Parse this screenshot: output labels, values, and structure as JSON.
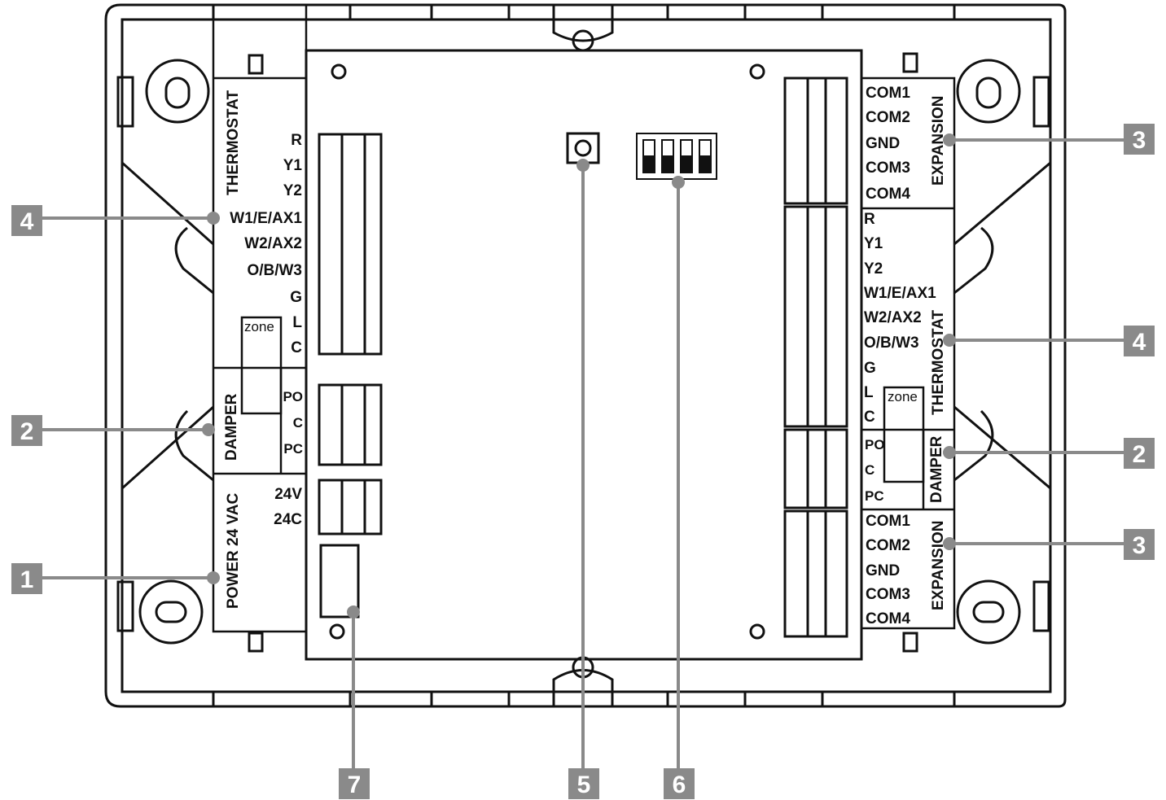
{
  "left": {
    "thermostat_title": "THERMOSTAT",
    "thermostat_terminals": [
      "R",
      "Y1",
      "Y2",
      "W1/E/AX1",
      "W2/AX2",
      "O/B/W3",
      "G",
      "L",
      "C"
    ],
    "zone_label": "zone",
    "damper_title": "DAMPER",
    "damper_terminals": [
      "PO",
      "C",
      "PC"
    ],
    "power_title": "POWER 24 VAC",
    "power_terminals": [
      "24V",
      "24C"
    ]
  },
  "right": {
    "expansion_top_title": "EXPANSION",
    "expansion_top_terminals": [
      "COM1",
      "COM2",
      "GND",
      "COM3",
      "COM4"
    ],
    "thermostat_title": "THERMOSTAT",
    "thermostat_terminals": [
      "R",
      "Y1",
      "Y2",
      "W1/E/AX1",
      "W2/AX2",
      "O/B/W3",
      "G",
      "L",
      "C"
    ],
    "zone_label": "zone",
    "damper_title": "DAMPER",
    "damper_terminals": [
      "PO",
      "C",
      "PC"
    ],
    "expansion_bottom_title": "EXPANSION",
    "expansion_bottom_terminals": [
      "COM1",
      "COM2",
      "GND",
      "COM3",
      "COM4"
    ]
  },
  "callouts": {
    "left_thermostat": "4",
    "left_damper": "2",
    "left_power": "1",
    "right_expansion_top": "3",
    "right_thermostat": "4",
    "right_damper": "2",
    "right_expansion_bottom": "3",
    "bottom_fuse": "7",
    "bottom_button": "5",
    "bottom_dip": "6"
  },
  "colors": {
    "line": "#111111",
    "callout_fill": "#8a8a8a",
    "callout_line": "#8a8a8a"
  }
}
